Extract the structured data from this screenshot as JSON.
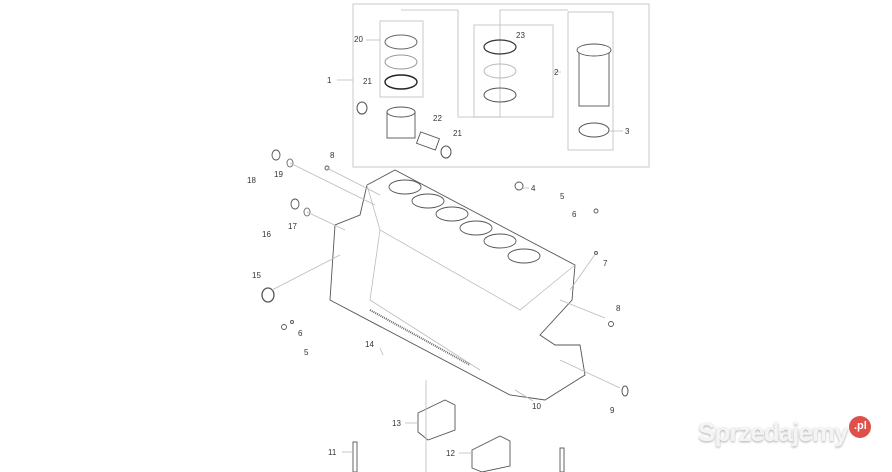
{
  "diagram": {
    "callouts": {
      "c1": "1",
      "c2": "2",
      "c3": "3",
      "c4": "4",
      "c5a": "5",
      "c5b": "5",
      "c6a": "6",
      "c6b": "6",
      "c7": "7",
      "c8a": "8",
      "c8b": "8",
      "c9": "9",
      "c10": "10",
      "c11": "11",
      "c12": "12",
      "c13": "13",
      "c14": "14",
      "c15": "15",
      "c16": "16",
      "c17": "17",
      "c18": "18",
      "c19": "19",
      "c20": "20",
      "c21a": "21",
      "c21b": "21",
      "c22": "22",
      "c23": "23"
    }
  },
  "watermark": {
    "text": "Sprzedajemy",
    "badge": ".pl",
    "badge_color": "#e0504a"
  }
}
